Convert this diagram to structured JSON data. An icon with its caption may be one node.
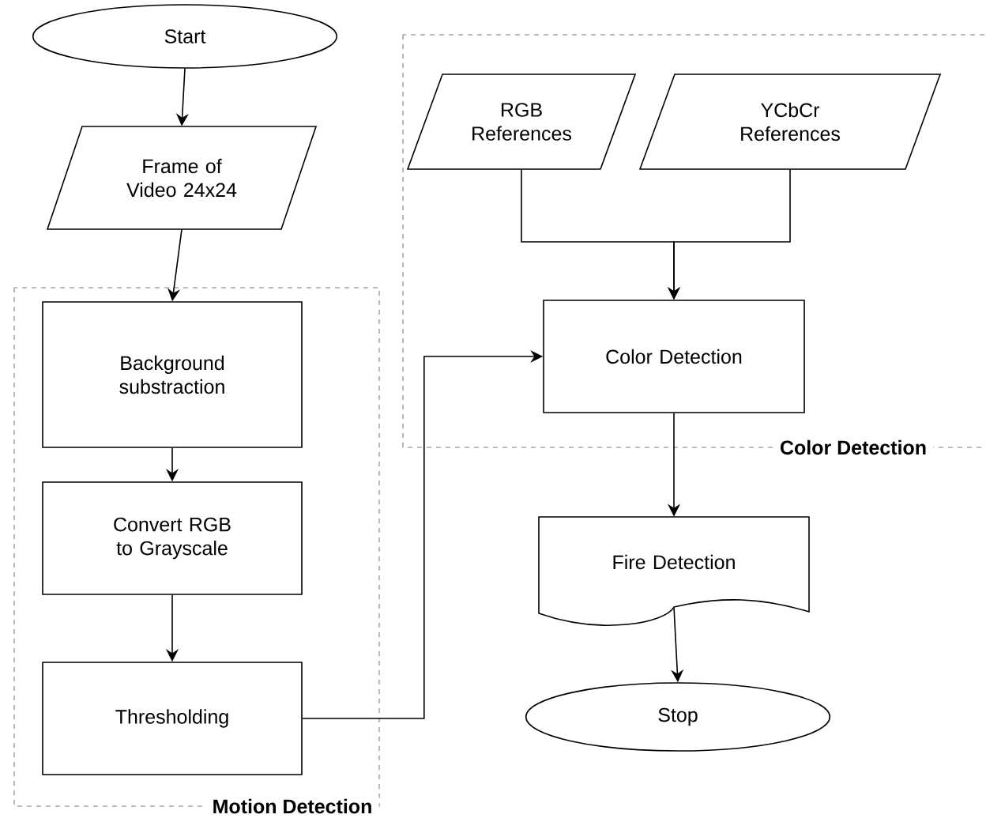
{
  "diagram": {
    "nodes": [
      {
        "text": [
          "Start"
        ]
      },
      {
        "text": [
          "Frame of Video 24x24"
        ]
      },
      {
        "text": [
          "Motion Detection"
        ]
      },
      {
        "text": [
          "Background substraction"
        ],
        "in": 2
      },
      {
        "text": [
          "Convert RGB to Grayscale"
        ],
        "in": 2
      },
      {
        "text": [
          "Thresholding"
        ],
        "in": 2
      },
      {
        "text": [
          "Color Detection"
        ]
      },
      {
        "text": [
          "RGB References"
        ],
        "in": 6
      },
      {
        "text": [
          "YCbCr References"
        ],
        "in": 6
      },
      {
        "text": [
          "Color Detection"
        ],
        "in": 6
      },
      {
        "text": [
          "Fire Detection"
        ]
      },
      {
        "text": [
          "Stop"
        ]
      }
    ],
    "edges": [
      {
        "from": 0,
        "to": 1,
        "arrow": "to"
      },
      {
        "from": 1,
        "to": 3,
        "arrow": "to"
      },
      {
        "from": 3,
        "to": 4,
        "arrow": "to"
      },
      {
        "from": 4,
        "to": 5,
        "arrow": "to"
      },
      {
        "from": 5,
        "to": 9,
        "arrow": "to"
      },
      {
        "from": 7,
        "to": 9,
        "arrow": "to"
      },
      {
        "from": 8,
        "to": 9,
        "arrow": "to"
      },
      {
        "from": 9,
        "to": 10,
        "arrow": "to"
      },
      {
        "from": 10,
        "to": 11,
        "arrow": "to"
      }
    ]
  }
}
